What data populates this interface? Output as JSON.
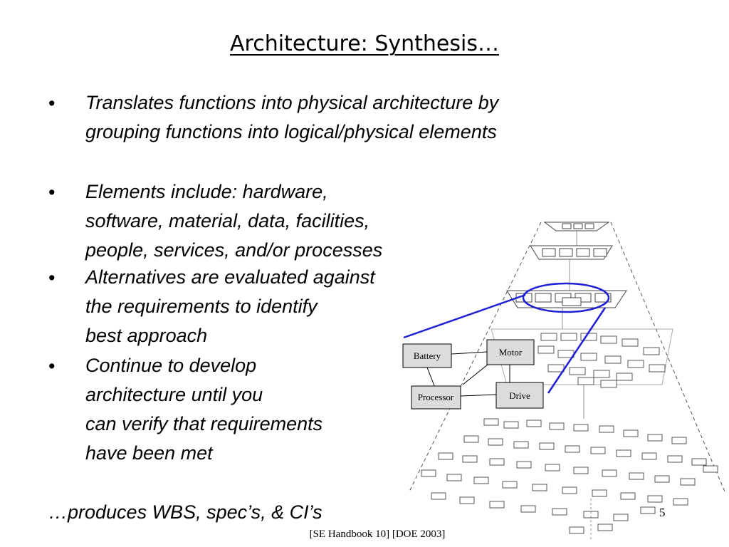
{
  "slide": {
    "title": "Architecture: Synthesis…",
    "bullets": [
      {
        "marker": "•",
        "lines": [
          "Translates functions into physical architecture by",
          "grouping functions into logical/physical elements"
        ]
      },
      {
        "marker": "•",
        "lines": [
          "Elements include: hardware,",
          "software, material, data, facilities,",
          "people, services, and/or processes"
        ]
      },
      {
        "marker": "•",
        "lines": [
          "Alternatives are evaluated against",
          "the requirements to identify",
          "best approach"
        ]
      },
      {
        "marker": "•",
        "lines": [
          "Continue to develop",
          "architecture until you",
          "can verify that requirements",
          "have been met"
        ]
      }
    ],
    "produces": "…produces WBS, spec’s, & CI’s",
    "page_number": "5",
    "citation": "[SE Handbook 10] [DOE 2003]"
  },
  "diagram": {
    "components": [
      {
        "label": "Battery"
      },
      {
        "label": "Motor"
      },
      {
        "label": "Processor"
      },
      {
        "label": "Drive"
      }
    ],
    "colors": {
      "highlight": "#1f1fd6",
      "component_fill": "#dcdcdc",
      "line": "#000000"
    }
  }
}
